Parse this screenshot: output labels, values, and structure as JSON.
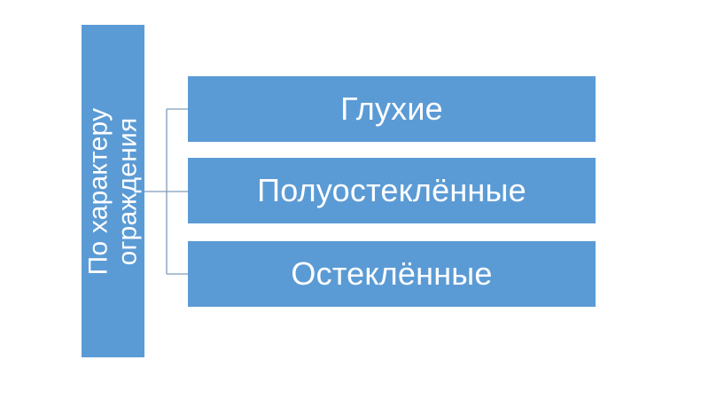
{
  "diagram": {
    "type": "smartart-hierarchy",
    "root": {
      "label": "По характеру\nограждения"
    },
    "children": [
      {
        "label": "Глухие"
      },
      {
        "label": "Полуостеклённые"
      },
      {
        "label": "Остеклённые"
      }
    ]
  },
  "colors": {
    "box_fill": "#5b9bd5",
    "label_color": "#ffffff",
    "connector": "#7f9cba",
    "background": "#ffffff"
  }
}
